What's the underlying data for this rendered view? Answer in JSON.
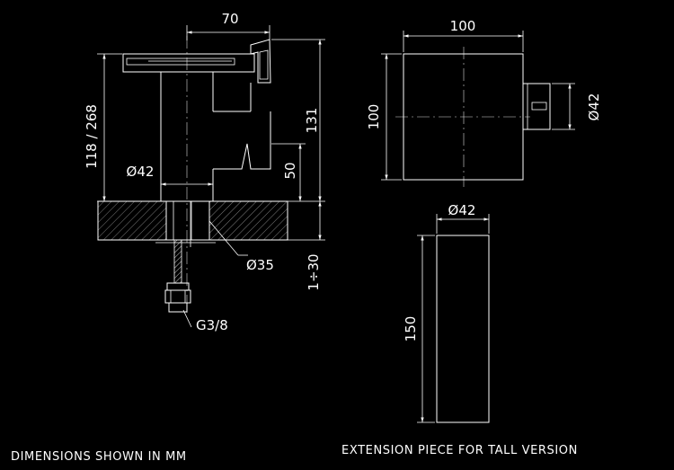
{
  "colors": {
    "background": "#000000",
    "line": "#ffffff"
  },
  "dimensions": {
    "top_width": "70",
    "total_height": "118 / 268",
    "right_height": "131",
    "spout_height": "50",
    "body_diameter": "Ø42",
    "hole_diameter": "Ø35",
    "deck_thickness": "1÷30",
    "connection": "G3/8",
    "handle_width": "100",
    "handle_height": "100",
    "handle_diameter": "Ø42",
    "extension_diameter": "Ø42",
    "extension_height": "150"
  },
  "captions": {
    "units_note": "DIMENSIONS SHOWN IN MM",
    "extension_note": "EXTENSION PIECE FOR TALL VERSION"
  }
}
